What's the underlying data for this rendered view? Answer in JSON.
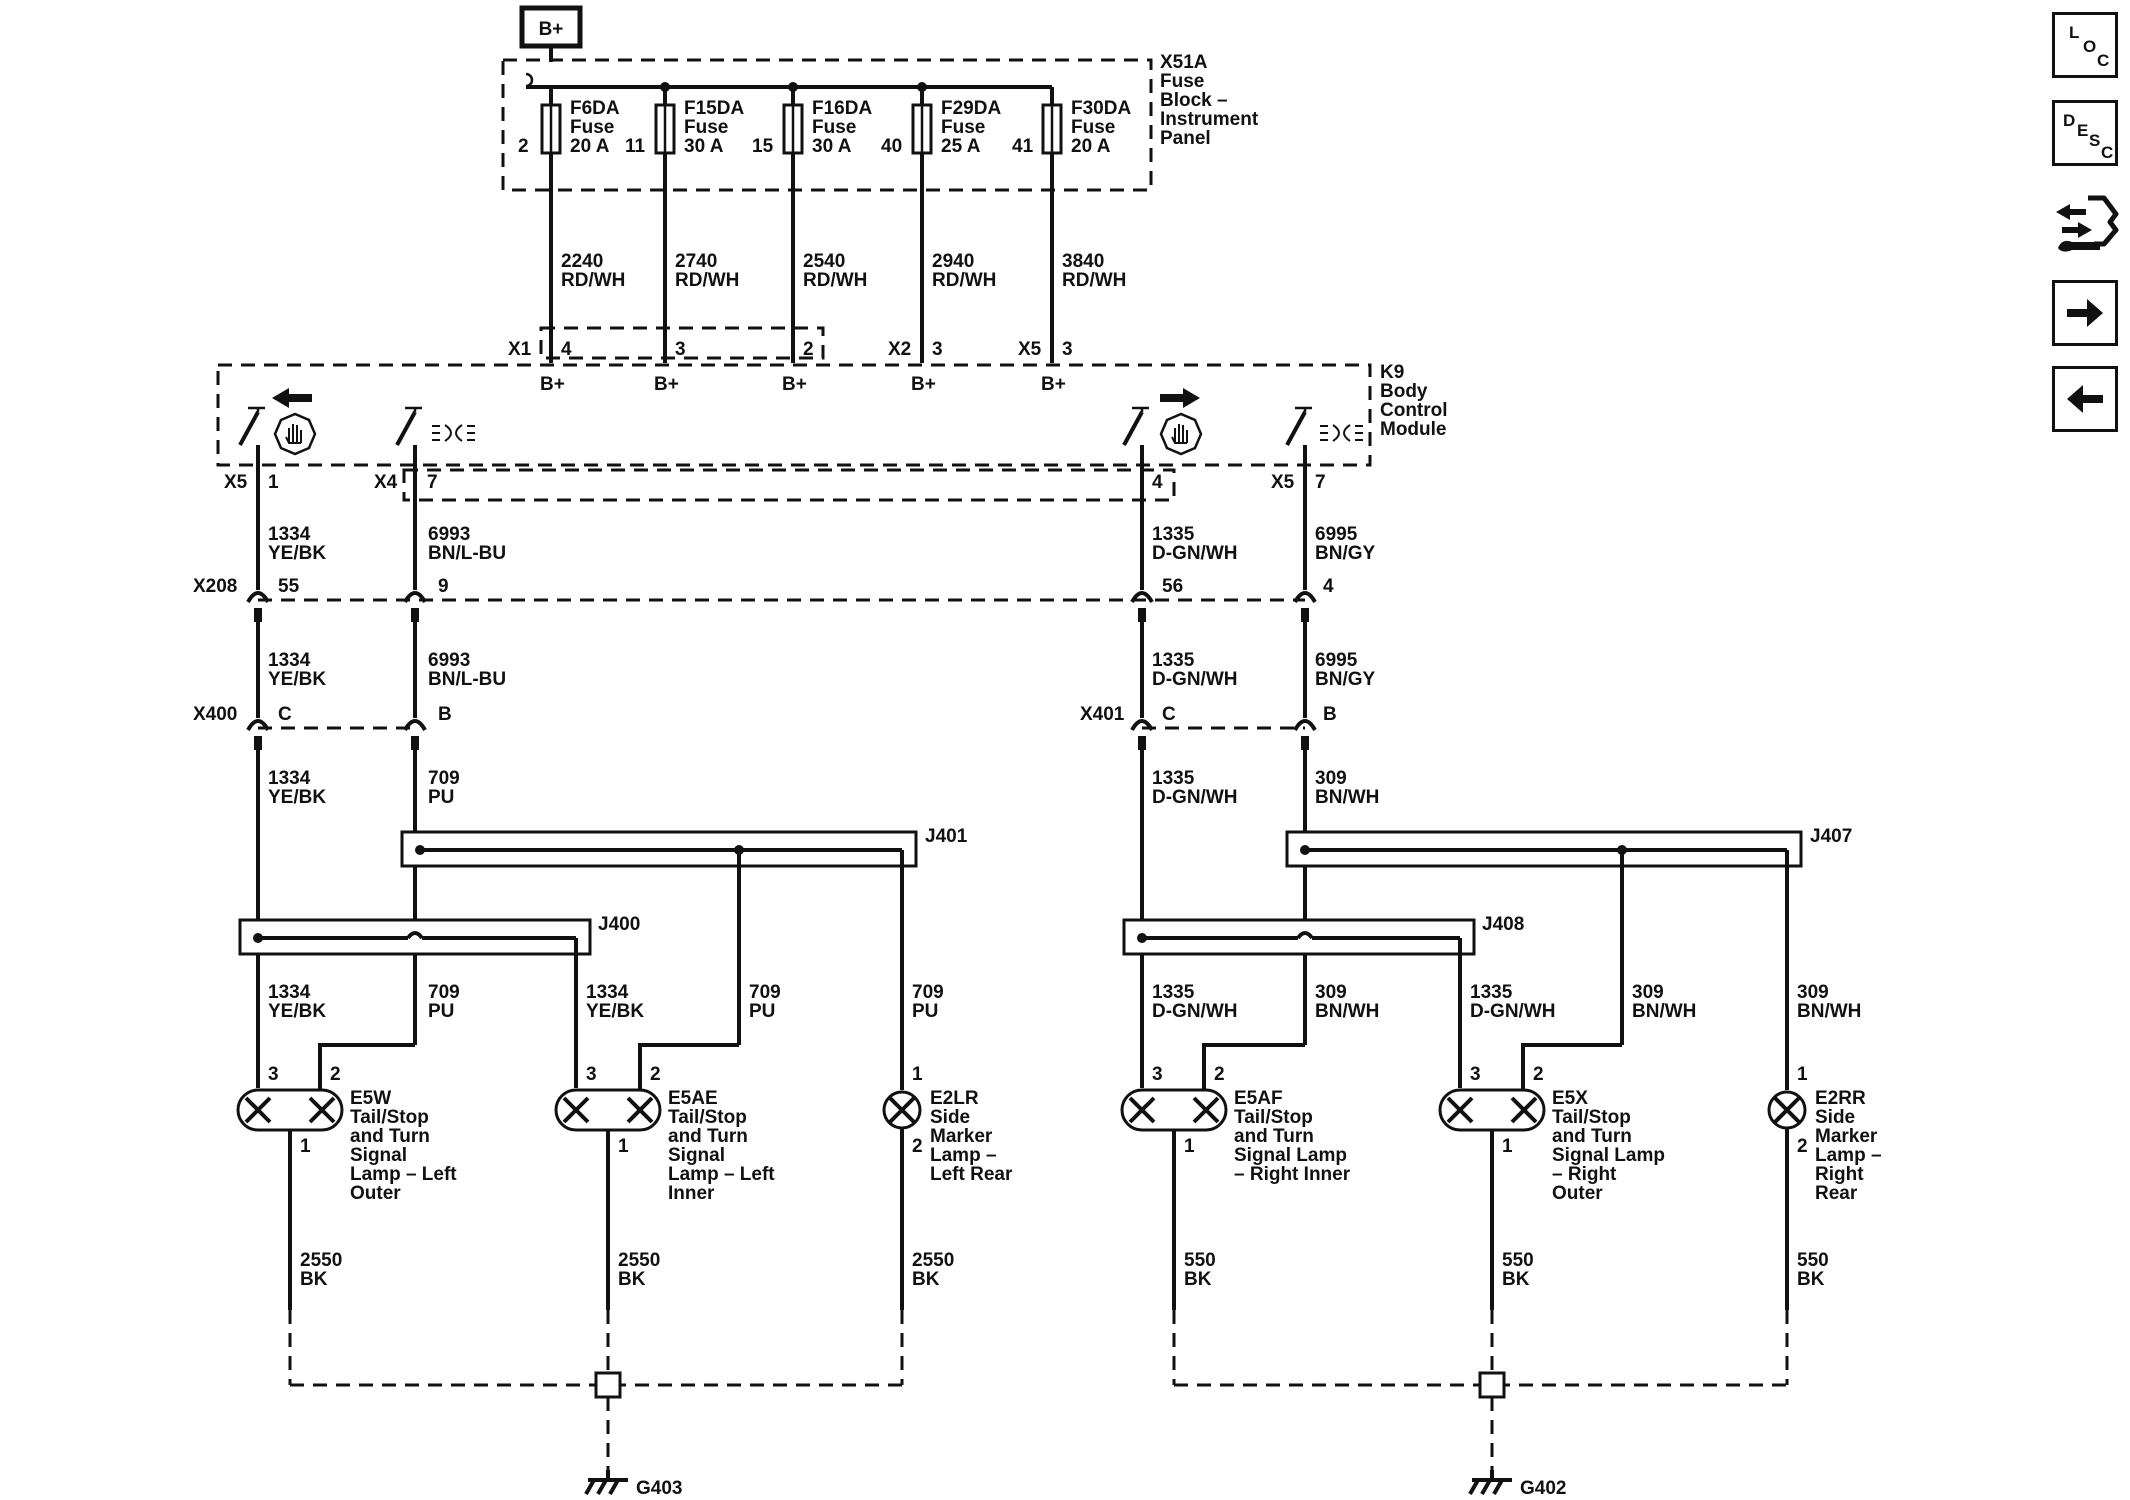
{
  "battery": "B+",
  "fuse_block": {
    "name_lines": [
      "X51A",
      "Fuse",
      "Block –",
      "Instrument",
      "Panel"
    ],
    "fuses": [
      {
        "name": "F6DA",
        "type": "Fuse",
        "rating": "20 A",
        "pin": "2",
        "circuit": "2240",
        "color": "RD/WH",
        "bcm_conn": "X1",
        "bcm_pin": "4",
        "supply": "B+"
      },
      {
        "name": "F15DA",
        "type": "Fuse",
        "rating": "30 A",
        "pin": "11",
        "circuit": "2740",
        "color": "RD/WH",
        "bcm_conn": "",
        "bcm_pin": "3",
        "supply": "B+"
      },
      {
        "name": "F16DA",
        "type": "Fuse",
        "rating": "30 A",
        "pin": "15",
        "circuit": "2540",
        "color": "RD/WH",
        "bcm_conn": "",
        "bcm_pin": "2",
        "supply": "B+"
      },
      {
        "name": "F29DA",
        "type": "Fuse",
        "rating": "25 A",
        "pin": "40",
        "circuit": "2940",
        "color": "RD/WH",
        "bcm_conn": "X2",
        "bcm_pin": "3",
        "supply": "B+"
      },
      {
        "name": "F30DA",
        "type": "Fuse",
        "rating": "20 A",
        "pin": "41",
        "circuit": "3840",
        "color": "RD/WH",
        "bcm_conn": "X5",
        "bcm_pin": "3",
        "supply": "B+"
      }
    ]
  },
  "bcm": {
    "name_lines": [
      "K9",
      "Body",
      "Control",
      "Module"
    ],
    "outputs": [
      {
        "conn": "X5",
        "pin": "1",
        "circuit": "1334",
        "color": "YE/BK",
        "inline1_pin": "55",
        "inline2_pin": "C",
        "circuit_after": "1334",
        "color_after": "YE/BK"
      },
      {
        "conn": "X4",
        "pin": "7",
        "circuit": "6993",
        "color": "BN/L-BU",
        "inline1_pin": "9",
        "inline2_pin": "B",
        "circuit_after": "709",
        "color_after": "PU"
      },
      {
        "conn": "",
        "pin": "4",
        "circuit": "1335",
        "color": "D-GN/WH",
        "inline1_pin": "56",
        "inline2_pin": "C",
        "circuit_after": "1335",
        "color_after": "D-GN/WH"
      },
      {
        "conn": "X5",
        "pin": "7",
        "circuit": "6995",
        "color": "BN/GY",
        "inline1_pin": "4",
        "inline2_pin": "B",
        "circuit_after": "309",
        "color_after": "BN/WH"
      }
    ]
  },
  "inline_connectors": {
    "first": "X208",
    "second_left": "X400",
    "second_right": "X401"
  },
  "splices": {
    "j401": "J401",
    "j400": "J400",
    "j407": "J407",
    "j408": "J408"
  },
  "lamp_wires": [
    {
      "circuit": "1334",
      "color": "YE/BK"
    },
    {
      "circuit": "709",
      "color": "PU"
    },
    {
      "circuit": "1334",
      "color": "YE/BK"
    },
    {
      "circuit": "709",
      "color": "PU"
    },
    {
      "circuit": "709",
      "color": "PU"
    },
    {
      "circuit": "1335",
      "color": "D-GN/WH"
    },
    {
      "circuit": "309",
      "color": "BN/WH"
    },
    {
      "circuit": "1335",
      "color": "D-GN/WH"
    },
    {
      "circuit": "309",
      "color": "BN/WH"
    },
    {
      "circuit": "309",
      "color": "BN/WH"
    }
  ],
  "lamps": [
    {
      "id": "E5W",
      "lines": [
        "E5W",
        "Tail/Stop",
        "and Turn",
        "Signal",
        "Lamp – Left",
        "Outer"
      ],
      "pin_a": "3",
      "pin_b": "2",
      "pin_gnd": "1"
    },
    {
      "id": "E5AE",
      "lines": [
        "E5AE",
        "Tail/Stop",
        "and Turn",
        "Signal",
        "Lamp – Left",
        "Inner"
      ],
      "pin_a": "3",
      "pin_b": "2",
      "pin_gnd": "1"
    },
    {
      "id": "E2LR",
      "lines": [
        "E2LR",
        "Side",
        "Marker",
        "Lamp –",
        "Left Rear"
      ],
      "pin_a": "1",
      "pin_gnd": "2"
    },
    {
      "id": "E5AF",
      "lines": [
        "E5AF",
        "Tail/Stop",
        "and Turn",
        "Signal Lamp",
        "– Right Inner"
      ],
      "pin_a": "3",
      "pin_b": "2",
      "pin_gnd": "1"
    },
    {
      "id": "E5X",
      "lines": [
        "E5X",
        "Tail/Stop",
        "and Turn",
        "Signal Lamp",
        "– Right",
        "Outer"
      ],
      "pin_a": "3",
      "pin_b": "2",
      "pin_gnd": "1"
    },
    {
      "id": "E2RR",
      "lines": [
        "E2RR",
        "Side",
        "Marker",
        "Lamp –",
        "Right",
        "Rear"
      ],
      "pin_a": "1",
      "pin_gnd": "2"
    }
  ],
  "ground_wires": [
    {
      "circuit": "2550",
      "color": "BK"
    },
    {
      "circuit": "2550",
      "color": "BK"
    },
    {
      "circuit": "2550",
      "color": "BK"
    },
    {
      "circuit": "550",
      "color": "BK"
    },
    {
      "circuit": "550",
      "color": "BK"
    },
    {
      "circuit": "550",
      "color": "BK"
    }
  ],
  "grounds": {
    "left": "G403",
    "right": "G402"
  },
  "nav": {
    "loc": [
      "L",
      "O",
      "C"
    ],
    "desc": [
      "D",
      "E",
      "S",
      "C"
    ]
  }
}
